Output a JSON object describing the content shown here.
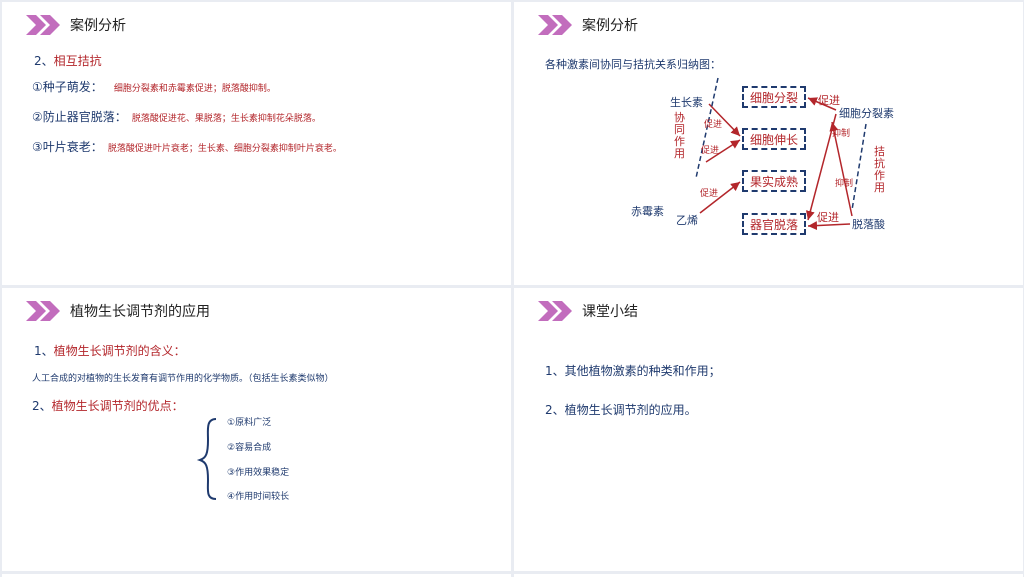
{
  "slide1": {
    "title": "案例分析",
    "subtitle_num": "2、",
    "subtitle": "相互拮抗",
    "items": [
      {
        "label": "①种子萌发：",
        "desc": "细胞分裂素和赤霉素促进；脱落酸抑制。"
      },
      {
        "label": "②防止器官脱落：",
        "desc": "脱落酸促进花、果脱落；生长素抑制花朵脱落。"
      },
      {
        "label": "③叶片衰老：",
        "desc": "脱落酸促进叶片衰老；生长素、细胞分裂素抑制叶片衰老。"
      }
    ]
  },
  "slide2": {
    "title": "案例分析",
    "intro": "各种激素间协同与拮抗关系归纳图：",
    "diagram": {
      "boxes": [
        "细胞分裂",
        "细胞伸长",
        "果实成熟",
        "器官脱落"
      ],
      "left_hormones": [
        "生长素",
        "赤霉素",
        "乙烯"
      ],
      "right_hormones": [
        "细胞分裂素",
        "脱落酸"
      ],
      "synergy_label": "协同作用",
      "antagonism_label": "拮抗作用",
      "promote": "促进",
      "inhibit": "抑制"
    }
  },
  "slide3": {
    "title": "植物生长调节剂的应用",
    "p1_num": "1、",
    "p1": "植物生长调节剂的含义：",
    "definition": "人工合成的对植物的生长发育有调节作用的化学物质。（包括生长素类似物）",
    "p2_num": "2、",
    "p2": "植物生长调节剂的优点：",
    "advantages": [
      "①原料广泛",
      "②容易合成",
      "③作用效果稳定",
      "④作用时间较长"
    ]
  },
  "slide4": {
    "title": "课堂小结",
    "points": [
      "1、其他植物激素的种类和作用；",
      "2、植物生长调节剂的应用。"
    ]
  },
  "colors": {
    "accent": "#c26dbd",
    "navy": "#1f3a6e",
    "red": "#b3262b"
  }
}
